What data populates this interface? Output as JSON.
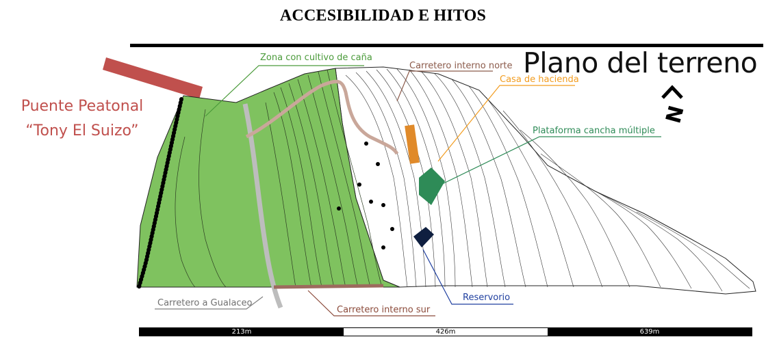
{
  "title": "ACCESIBILIDAD E HITOS",
  "map_title": "Plano del terreno",
  "north_label": "N",
  "bridge_label": {
    "line1": "Puente Peatonal",
    "line2": "“Tony El Suizo”"
  },
  "labels": {
    "zona_cultivo": "Zona con cultivo de caña",
    "carretero_norte": "Carretero interno norte",
    "casa_hacienda": "Casa de hacienda",
    "plataforma": "Plataforma cancha múltiple",
    "reservorio": "Reservorio",
    "carretero_gualaceo": "Carretero a Gualaceo",
    "carretero_sur": "Carretero interno sur"
  },
  "scale_bar": [
    "213m",
    "426m",
    "639m"
  ],
  "colors": {
    "bridge": "#c0504d",
    "cultivo": "#7fc25f",
    "carretero_norte": "#8b5a4a",
    "casa_hacienda": "#f29c1f",
    "plataforma": "#2e8b57",
    "reservorio": "#1f3f9f",
    "carretero_gualaceo": "#808080",
    "carretero_sur": "#8b4a3a"
  }
}
